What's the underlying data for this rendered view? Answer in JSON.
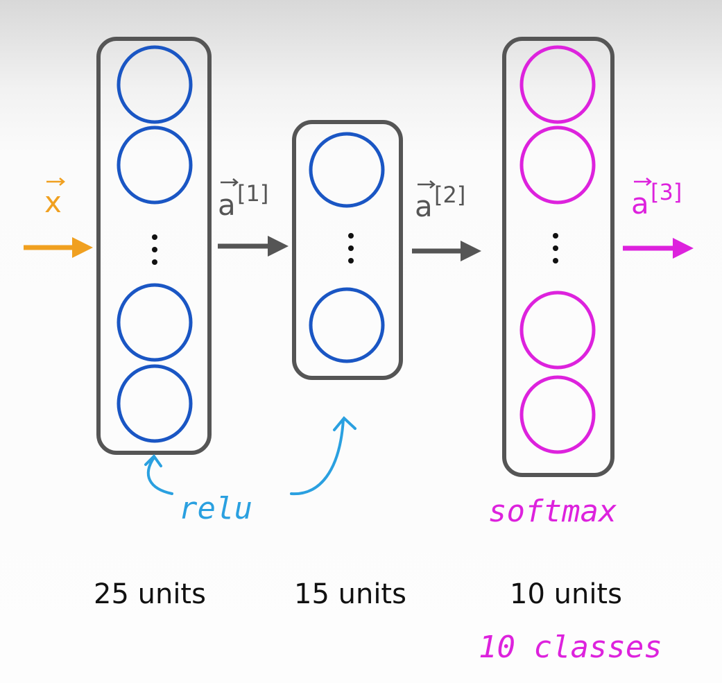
{
  "colors": {
    "hidden": "#1a56c4",
    "output": "#dd22dd",
    "box": "#555555",
    "input": "#f0a020",
    "relu": "#2aa0e0"
  },
  "input_label": "x",
  "activations": [
    {
      "base": "a",
      "sup": "[1]"
    },
    {
      "base": "a",
      "sup": "[2]"
    },
    {
      "base": "a",
      "sup": "[3]"
    }
  ],
  "layers": [
    {
      "units_label": "25 units",
      "activation": "relu"
    },
    {
      "units_label": "15 units",
      "activation": "relu"
    },
    {
      "units_label": "10 units",
      "activation": "softmax",
      "note": "10 classes"
    }
  ],
  "relu_annotation": "relu",
  "softmax_annotation": "softmax",
  "classes_note": "10 classes"
}
